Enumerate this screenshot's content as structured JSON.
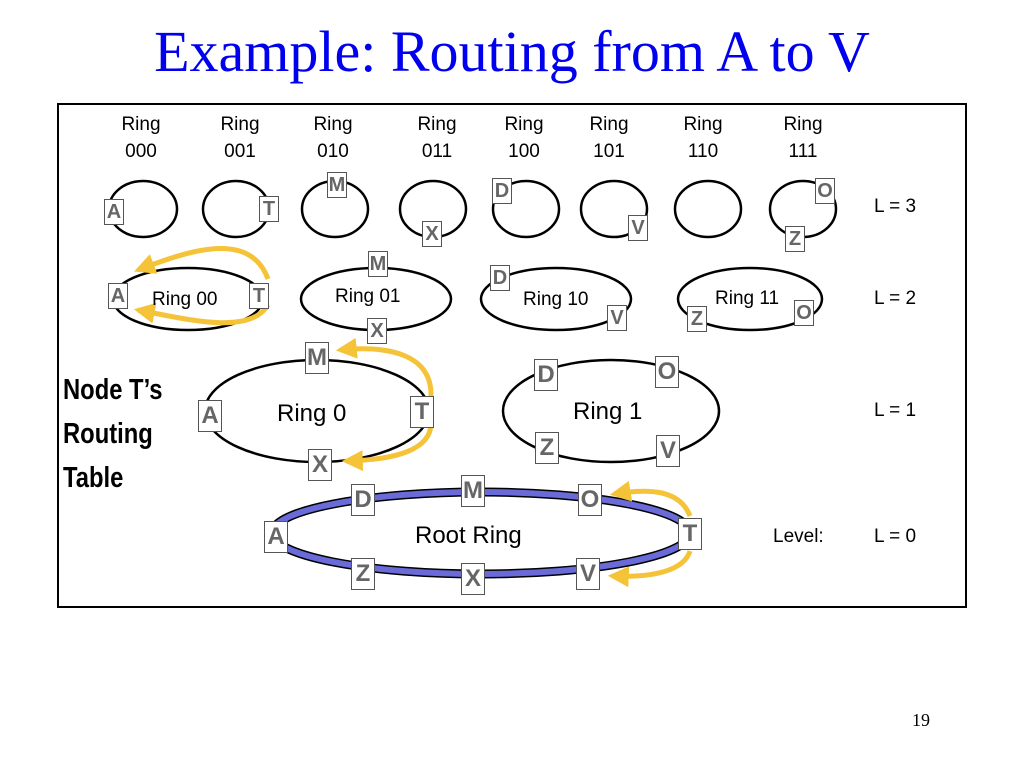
{
  "title": "Example: Routing from A to V",
  "page_number": "19",
  "side_label": [
    "Node T’s",
    "Routing",
    "Table"
  ],
  "level_prefix": "Level:",
  "ring_word": "Ring",
  "level3_rings": [
    "000",
    "001",
    "010",
    "011",
    "100",
    "101",
    "110",
    "111"
  ],
  "levels": [
    "L = 3",
    "L = 2",
    "L = 1",
    "L = 0"
  ],
  "level2_rings": [
    "Ring 00",
    "Ring 01",
    "Ring 10",
    "Ring 11"
  ],
  "level1_rings": [
    "Ring 0",
    "Ring 1"
  ],
  "root_ring": "Root Ring",
  "nodes": {
    "l3": [
      "A",
      "T",
      "M",
      "X",
      "D",
      "V",
      "O",
      "Z"
    ],
    "l2": [
      "A",
      "T",
      "M",
      "X",
      "D",
      "V",
      "Z",
      "O"
    ],
    "l1": [
      "M",
      "A",
      "T",
      "X",
      "D",
      "O",
      "Z",
      "V"
    ],
    "root": [
      "D",
      "M",
      "O",
      "A",
      "T",
      "Z",
      "X",
      "V"
    ]
  },
  "colors": {
    "title": "#0000ee",
    "arrow": "#f5c338",
    "root_ring": "#6a6ad8",
    "node_text": "#666666"
  }
}
